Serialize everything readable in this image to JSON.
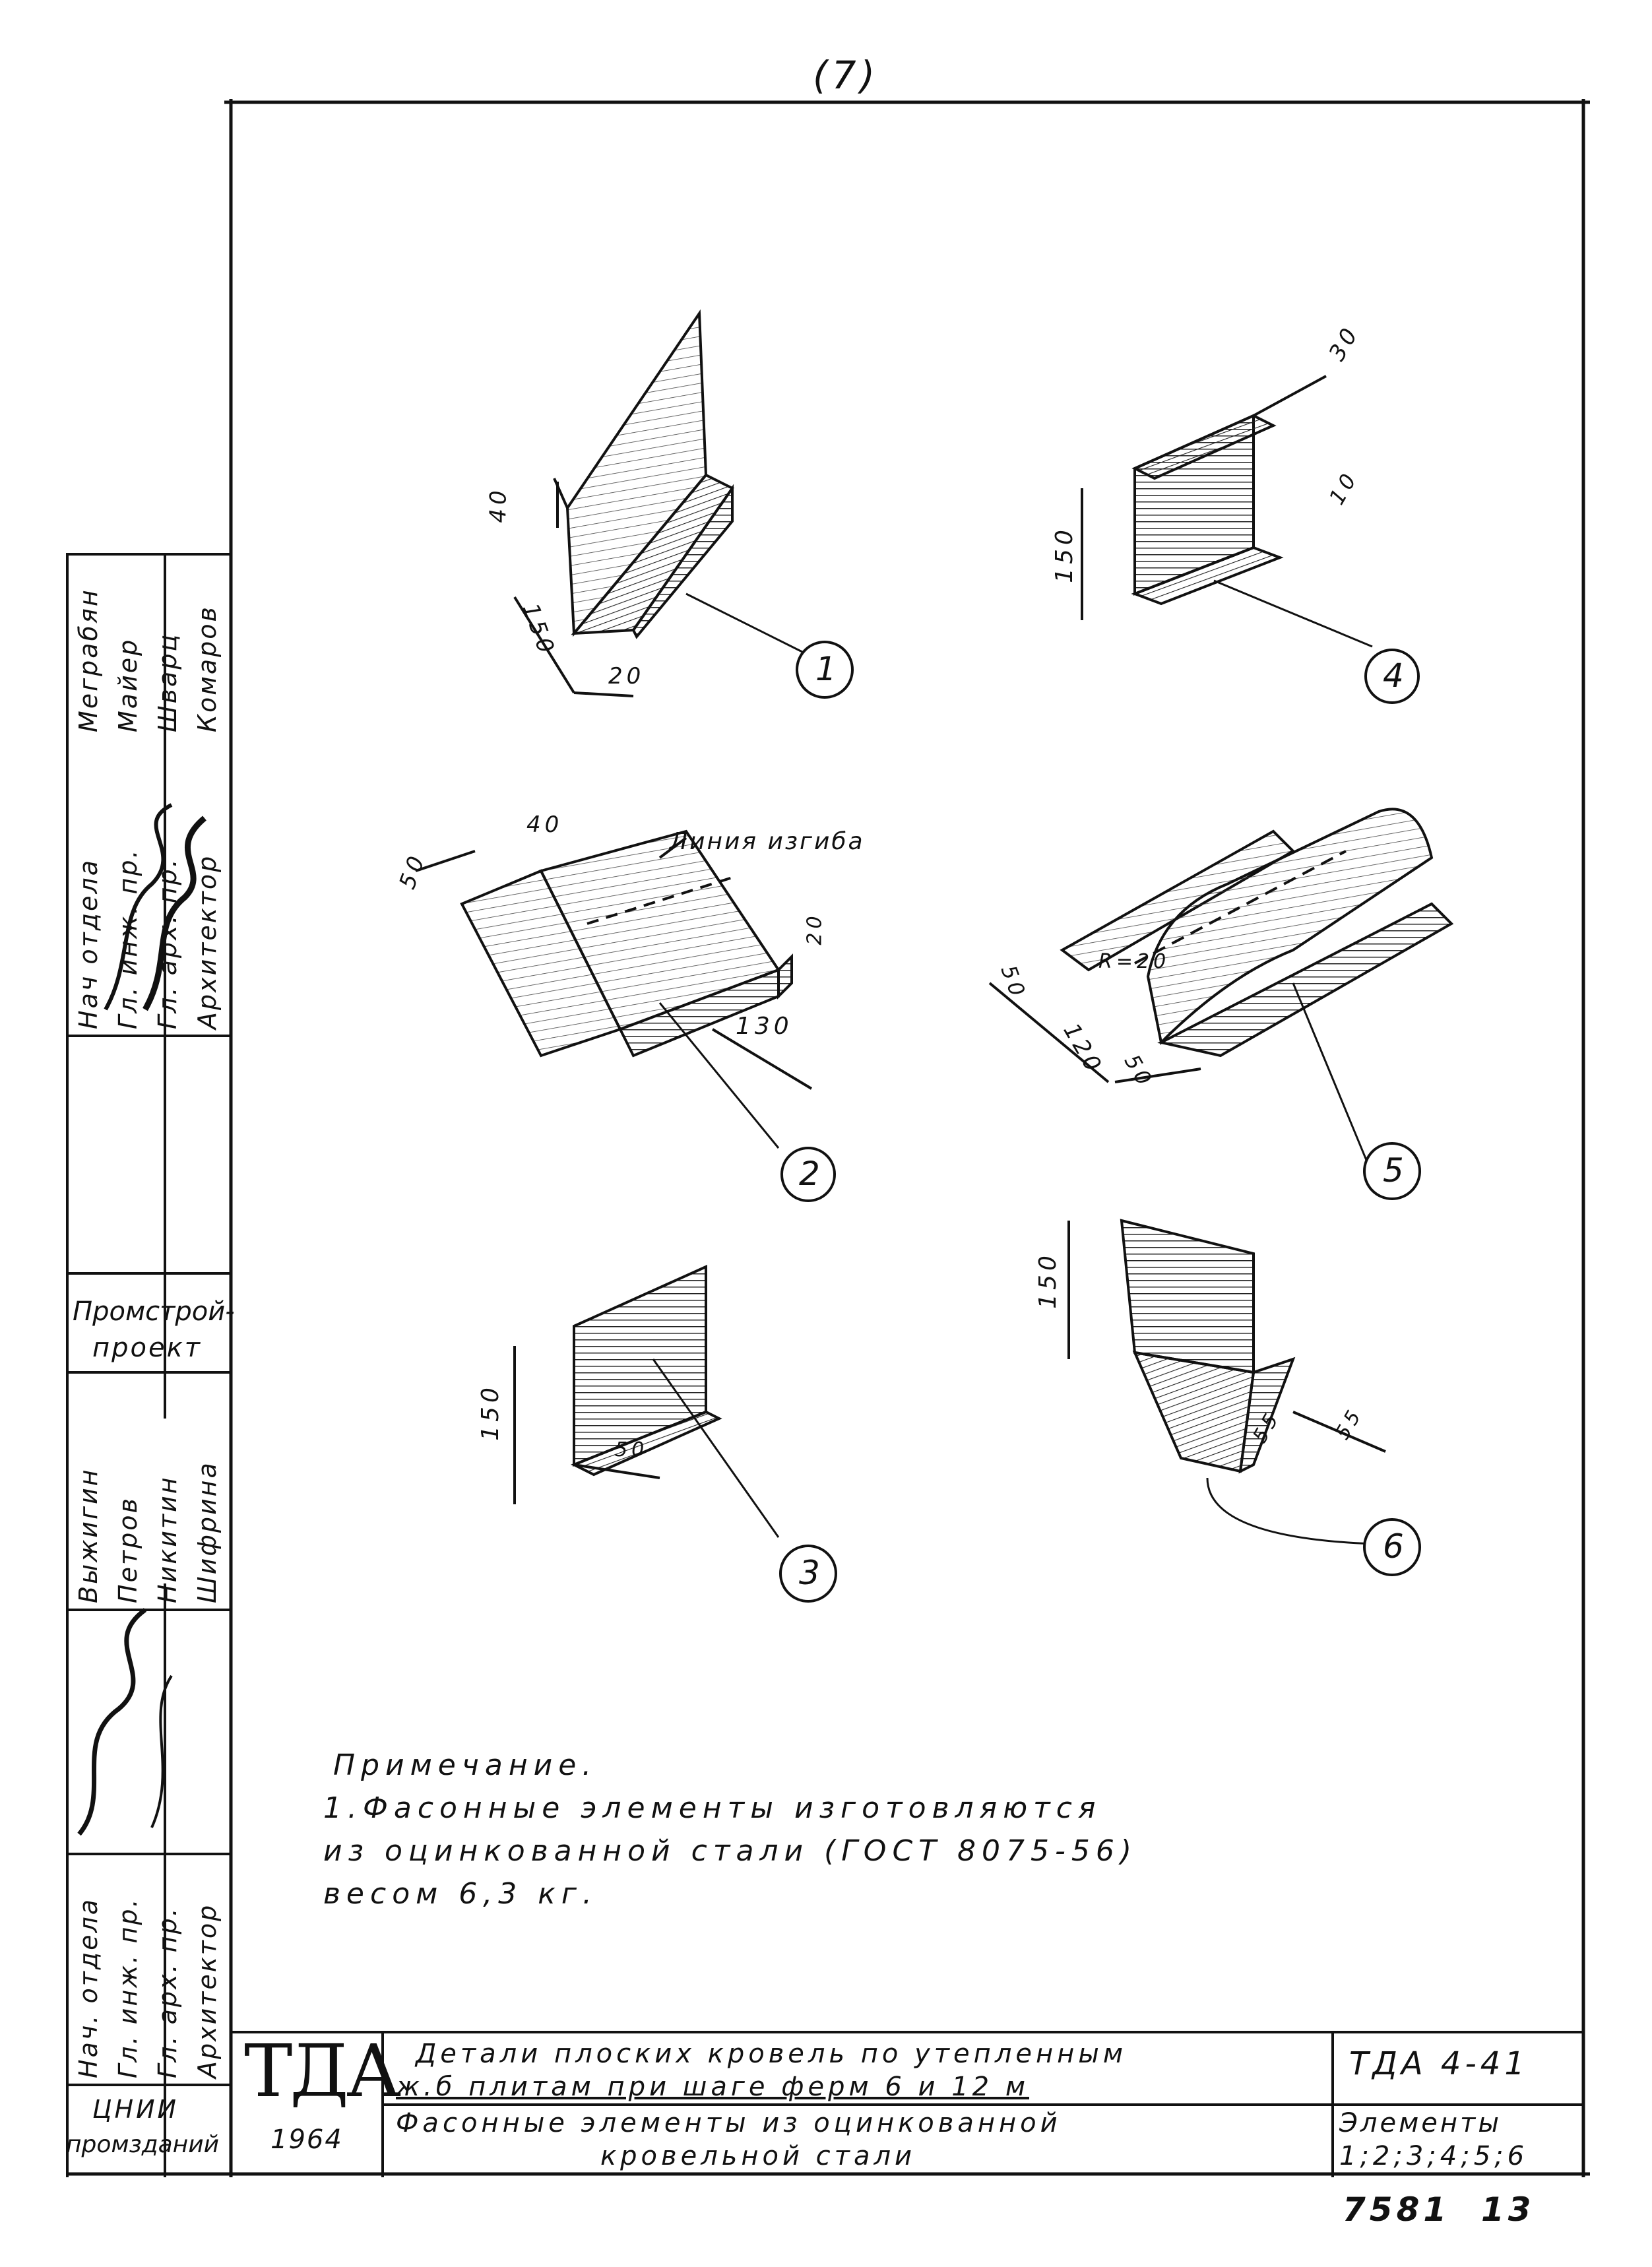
{
  "sheet_number": "(7)",
  "bend_line_label": "Линия изгиба",
  "dimensions": {
    "e1": [
      "40",
      "150",
      "20"
    ],
    "e2": [
      "50",
      "40",
      "20",
      "130"
    ],
    "e3": [
      "150",
      "50"
    ],
    "e4": [
      "30",
      "10",
      "150"
    ],
    "e5": [
      "50",
      "120",
      "50",
      "R=20"
    ],
    "e6": [
      "150",
      "55",
      "55"
    ]
  },
  "callouts": [
    "1",
    "2",
    "3",
    "4",
    "5",
    "6"
  ],
  "note": {
    "title": "Примечание.",
    "line1": "1.Фасонные элементы изготовляются",
    "line2": "из оцинкованной стали (ГОСТ 8075-56)",
    "line3": "весом 6,3 кг."
  },
  "side_stamp_upper": {
    "roles": [
      "Нач отдела",
      "Гл. инж. пр.",
      "Гл. арх. пр.",
      "Архитектор"
    ],
    "names": [
      "Меграбян",
      "Майер",
      "Шварц",
      "Комаров"
    ]
  },
  "side_org": [
    "Промстрой-",
    "проект"
  ],
  "side_stamp_lower": {
    "roles": [
      "Нач. отдела",
      "Гл. инж. пр.",
      "Гл. арх. пр.",
      "Архитектор"
    ],
    "names": [
      "Выжигин",
      "Петров",
      "Никитин",
      "Шифрина"
    ]
  },
  "title_block": {
    "logo": "ТДА",
    "year": "1964",
    "org_line1": "ЦНИИ",
    "org_line2": "промзданий",
    "title_line1": "Детали плоских кровель по утепленным",
    "title_line2": "ж.б плитам при шаге ферм 6 и 12 м",
    "title_line3": "Фасонные элементы из оцинкованной",
    "title_line4": "кровельной стали",
    "code": "ТДА 4-41",
    "elements_label": "Элементы",
    "elements_list": "1;2;3;4;5;6"
  },
  "archive_number": "7581",
  "page_number": "13"
}
